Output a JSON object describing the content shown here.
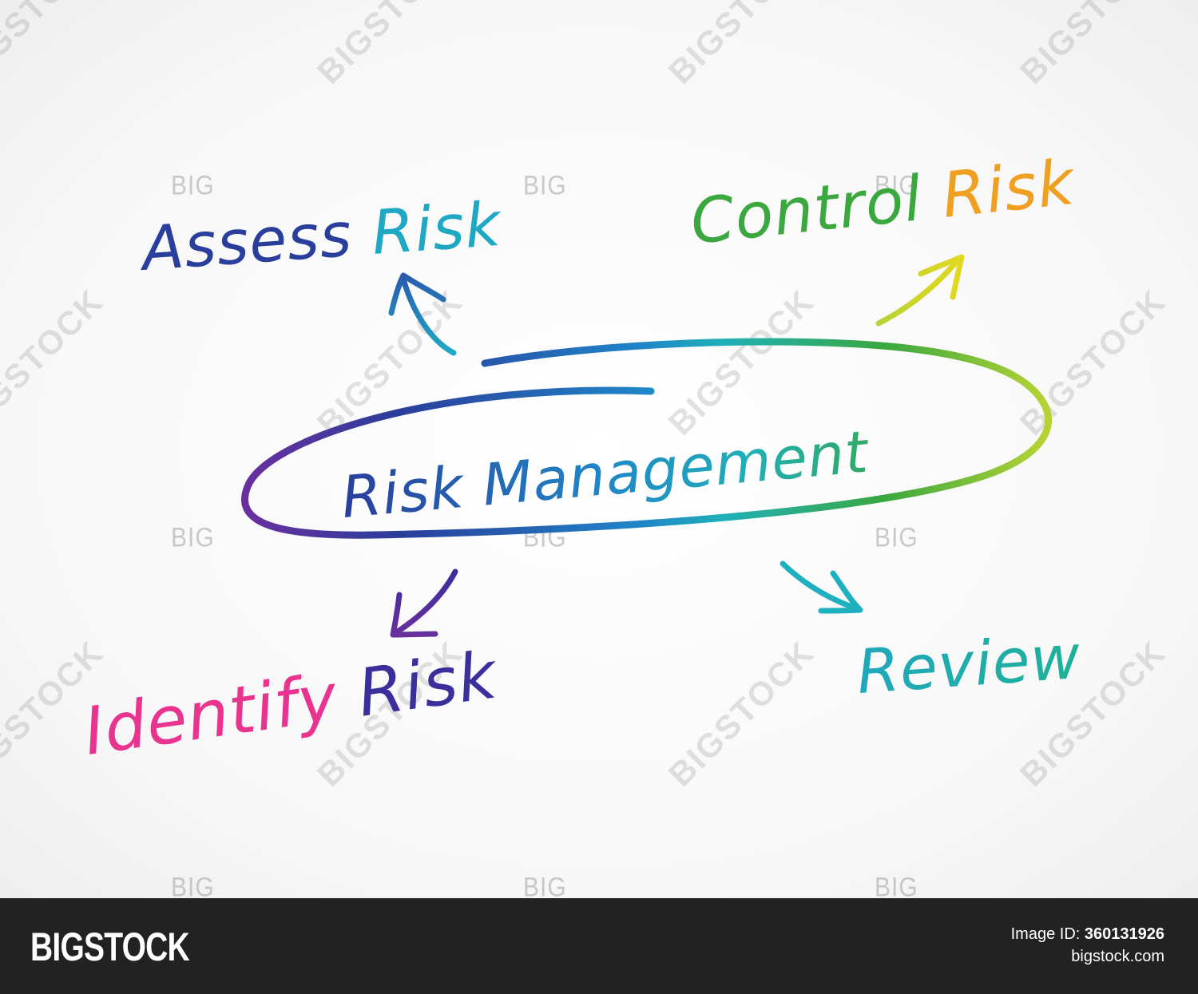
{
  "diagram": {
    "center": "Risk Management",
    "nodes": [
      {
        "id": "assess",
        "label_a": "Assess",
        "label_b": "Risk"
      },
      {
        "id": "control",
        "label_a": "Control",
        "label_b": "Risk"
      },
      {
        "id": "identify",
        "label_a": "Identify",
        "label_b": "Risk"
      },
      {
        "id": "review",
        "label": "Review"
      }
    ]
  },
  "watermark": {
    "big": "BIG",
    "stock": "BIGSTOCK"
  },
  "footer": {
    "logo": "BIGSTOCK",
    "image_id_label": "Image ID:",
    "image_id": "360131926",
    "site": "bigstock.com"
  },
  "colors": {
    "footer_bg": "#222222",
    "navy": "#2a3e9c",
    "blue": "#1f86c7",
    "teal": "#1fb0b8",
    "green": "#3aa83f",
    "lime": "#9ec935",
    "yellow": "#f5c518",
    "orange": "#f0731d",
    "red": "#e0321e",
    "purple": "#6b2f9e",
    "magenta": "#e8338f"
  }
}
